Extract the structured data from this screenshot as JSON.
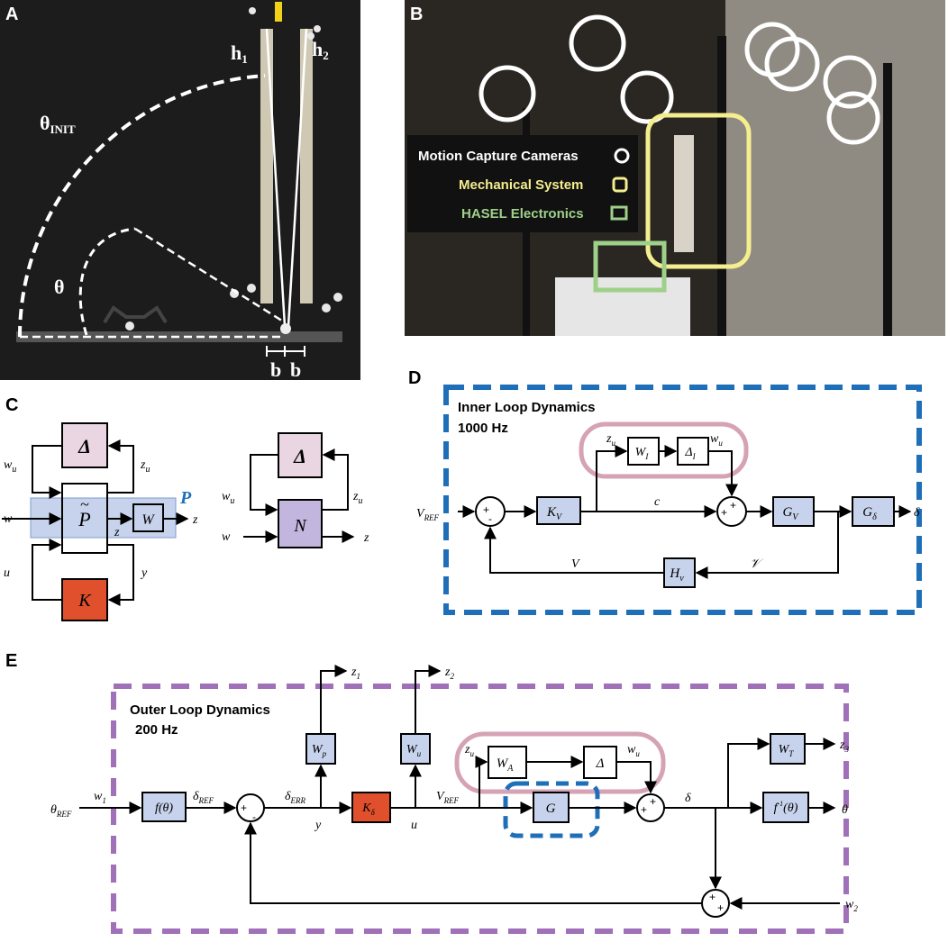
{
  "colors": {
    "block_blue": "#c7d3ec",
    "block_pink": "#e9d6e2",
    "block_red": "#e0502c",
    "block_purple": "#c3b6de",
    "dash_blue": "#1f6fb8",
    "dash_purple": "#a070b8",
    "uncertainty_pink": "#d6a2b6",
    "legend_white": "#ffffff",
    "legend_yellow": "#f4ee8e",
    "legend_green": "#9fd08a"
  },
  "panelA": {
    "label": "A",
    "theta_init": "θ",
    "theta_init_sub": "INIT",
    "theta": "θ",
    "h1": "h",
    "h1_sub": "1",
    "h2": "h",
    "h2_sub": "2",
    "b_left": "b",
    "b_right": "b"
  },
  "panelB": {
    "label": "B",
    "legend": {
      "cameras": "Motion Capture Cameras",
      "mechanical": "Mechanical System",
      "electronics": "HASEL Electronics"
    }
  },
  "panelC": {
    "label": "C",
    "delta": "Δ",
    "p_tilde": "P",
    "p_label": "P",
    "w_block": "W",
    "k_block": "K",
    "n_block": "N",
    "wu": "w",
    "wu_sub": "u",
    "zu": "z",
    "zu_sub": "u",
    "w": "w",
    "z": "z",
    "z_tilde": "z",
    "u": "u",
    "y": "y"
  },
  "panelD": {
    "label": "D",
    "title": "Inner Loop Dynamics",
    "rate": "1000 Hz",
    "vref": "V",
    "vref_sub": "REF",
    "kv": "K",
    "kv_sub": "V",
    "wi": "W",
    "wi_sub": "I",
    "deltai": "Δ",
    "deltai_sub": "I",
    "gv": "G",
    "gv_sub": "V",
    "gdelta": "G",
    "gdelta_sub": "δ",
    "hv": "H",
    "hv_sub": "v",
    "zu": "z",
    "zu_sub": "u",
    "wu": "w",
    "wu_sub": "u",
    "c": "c",
    "v_fb": "V",
    "v_script": "𝒱",
    "delta_out": "δ",
    "plus": "+",
    "minus": "-"
  },
  "panelE": {
    "label": "E",
    "title": "Outer Loop Dynamics",
    "rate": "200 Hz",
    "theta_ref": "θ",
    "theta_ref_sub": "REF",
    "w1": "w",
    "w1_sub": "1",
    "f_theta": "f(θ)",
    "delta_ref": "δ",
    "delta_ref_sub": "REF",
    "delta_err": "δ",
    "delta_err_sub": "ERR",
    "y": "y",
    "wp": "W",
    "wp_sub": "p",
    "z1": "z",
    "z1_sub": "1",
    "k_delta": "K",
    "k_delta_sub": "δ",
    "u": "u",
    "wu_block": "W",
    "wu_block_sub": "u",
    "z2": "z",
    "z2_sub": "2",
    "vref": "V",
    "vref_sub": "REF",
    "zu": "z",
    "zu_sub": "u",
    "wa": "W",
    "wa_sub": "A",
    "delta_blk": "Δ",
    "wu": "w",
    "wu_sub": "u",
    "g": "G",
    "delta_sig": "δ",
    "wt": "W",
    "wt_sub": "T",
    "z3": "z",
    "z3_sub": "3",
    "finv": "f",
    "finv_sup": "-1",
    "finv_arg": "(θ)",
    "theta_out": "θ",
    "w2": "w",
    "w2_sub": "2",
    "plus": "+",
    "minus": "-"
  }
}
